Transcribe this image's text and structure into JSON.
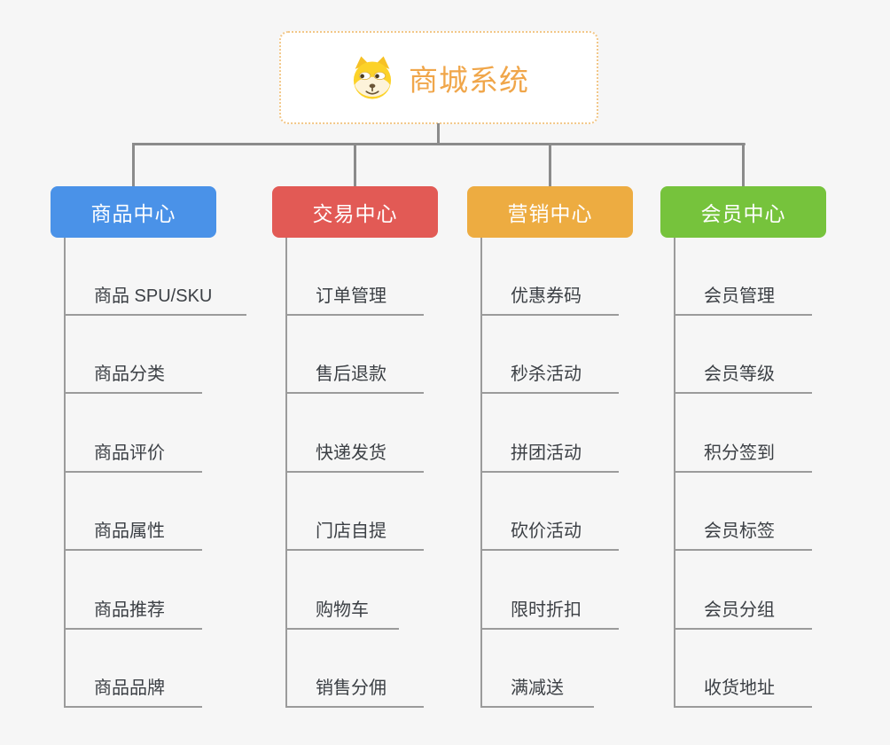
{
  "page": {
    "background": "#f6f6f6",
    "connector_color": "#8b8b8b"
  },
  "root": {
    "title": "商城系统",
    "icon": "doge-icon",
    "text_color": "#f0a64a",
    "border_color": "#f2c788"
  },
  "branches": [
    {
      "label": "商品中心",
      "color": "#4a92e8",
      "children": [
        "商品 SPU/SKU",
        "商品分类",
        "商品评价",
        "商品属性",
        "商品推荐",
        "商品品牌"
      ]
    },
    {
      "label": "交易中心",
      "color": "#e25a55",
      "children": [
        "订单管理",
        "售后退款",
        "快递发货",
        "门店自提",
        "购物车",
        "销售分佣"
      ]
    },
    {
      "label": "营销中心",
      "color": "#edac41",
      "children": [
        "优惠券码",
        "秒杀活动",
        "拼团活动",
        "砍价活动",
        "限时折扣",
        "满减送"
      ]
    },
    {
      "label": "会员中心",
      "color": "#76c33c",
      "children": [
        "会员管理",
        "会员等级",
        "积分签到",
        "会员标签",
        "会员分组",
        "收货地址"
      ]
    }
  ]
}
